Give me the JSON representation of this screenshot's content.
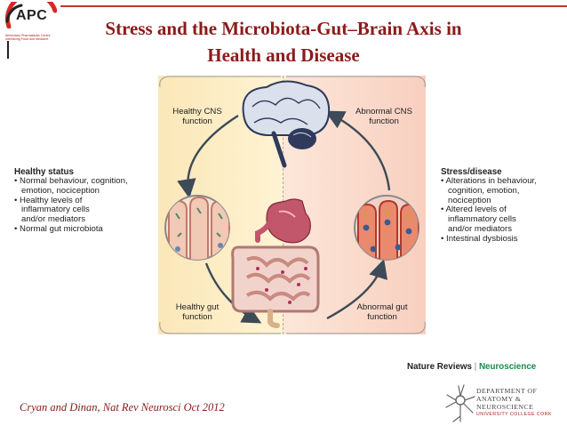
{
  "logo": {
    "name": "APC",
    "line1": "Alimentary Pharmabiotic Centre",
    "line2": "Interfacing Food and Medicine",
    "colors": {
      "red": "#d62828",
      "text": "#222222"
    }
  },
  "title": {
    "line1": "Stress and the Microbiota-Gut–Brain Axis in",
    "line2": "Health and Disease",
    "color": "#8b1a1a"
  },
  "diagram": {
    "top_left_label": [
      "Healthy CNS",
      "function"
    ],
    "top_right_label": [
      "Abnormal CNS",
      "function"
    ],
    "bottom_left_label": [
      "Healthy gut",
      "function"
    ],
    "bottom_right_label": [
      "Abnormal gut",
      "function"
    ],
    "healthy_status": {
      "title": "Healthy status",
      "items": [
        "• Normal behaviour, cognition,",
        "  emotion, nociception",
        "• Healthy levels of",
        "  inflammatory cells",
        "  and/or mediators",
        "• Normal gut microbiota"
      ]
    },
    "stress_disease": {
      "title": "Stress/disease",
      "items": [
        "• Alterations in behaviour,",
        "  cognition, emotion,",
        "  nociception",
        "• Altered levels of",
        "  inflammatory cells",
        "  and/or mediators",
        "• Intestinal dysbiosis"
      ]
    },
    "colors": {
      "healthy_panel": "#fbe7b8",
      "disease_panel": "#f8cfbf",
      "arrow": "#3d4a57",
      "brain": "#2f3a5c",
      "stomach": "#c2566b",
      "intestine": "#f2d3cc"
    }
  },
  "citation": "Cryan and Dinan, Nat Rev Neurosci Oct 2012",
  "source": {
    "publisher": "Nature Reviews",
    "separator": "|",
    "journal": "Neuroscience"
  },
  "department": {
    "line1": "DEPARTMENT OF",
    "line2": "ANATOMY &",
    "line3": "NEUROSCIENCE",
    "line4": "UNIVERSITY COLLEGE CORK"
  }
}
